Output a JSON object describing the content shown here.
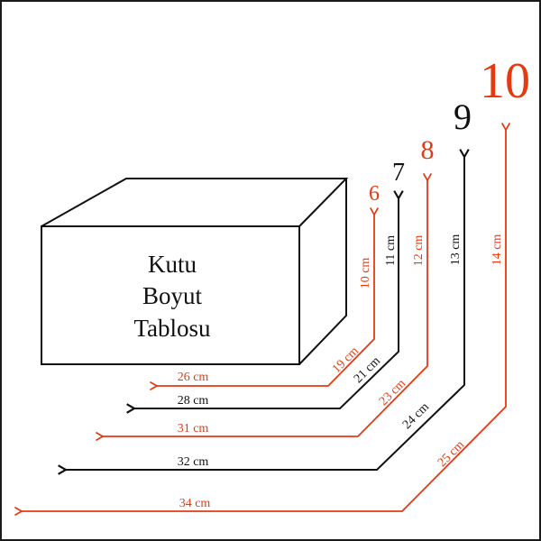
{
  "title": {
    "lines": [
      "Kutu",
      "Boyut",
      "Tablosu"
    ]
  },
  "colors": {
    "accent": "#e53a10",
    "dark": "#111111"
  },
  "sizes": [
    {
      "number": "6",
      "color": "accent",
      "height": "10 cm",
      "depth": "19 cm",
      "width": "26 cm"
    },
    {
      "number": "7",
      "color": "dark",
      "height": "11 cm",
      "depth": "21 cm",
      "width": "28 cm"
    },
    {
      "number": "8",
      "color": "accent",
      "height": "12 cm",
      "depth": "23 cm",
      "width": "31 cm"
    },
    {
      "number": "9",
      "color": "dark",
      "height": "13 cm",
      "depth": "24 cm",
      "width": "32 cm"
    },
    {
      "number": "10",
      "color": "accent",
      "height": "14 cm",
      "depth": "25 cm",
      "width": "34 cm"
    }
  ]
}
